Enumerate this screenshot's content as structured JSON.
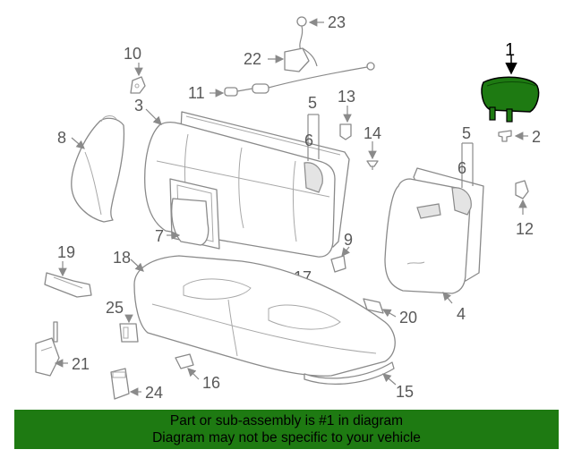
{
  "diagram": {
    "highlighted_part": "1",
    "highlight_color": "#1e7a12",
    "callouts": [
      "1",
      "2",
      "3",
      "4",
      "5",
      "6",
      "7",
      "8",
      "9",
      "10",
      "11",
      "12",
      "13",
      "14",
      "15",
      "16",
      "17",
      "18",
      "19",
      "20",
      "21",
      "22",
      "23",
      "24",
      "25"
    ],
    "callout_5_left": "5",
    "callout_6_left": "6",
    "callout_5_right": "5",
    "callout_6_right": "6"
  },
  "banner": {
    "background": "#1e7a12",
    "line1": "Part or sub-assembly is #1 in diagram",
    "line2": "Diagram may not be specific to your vehicle"
  }
}
